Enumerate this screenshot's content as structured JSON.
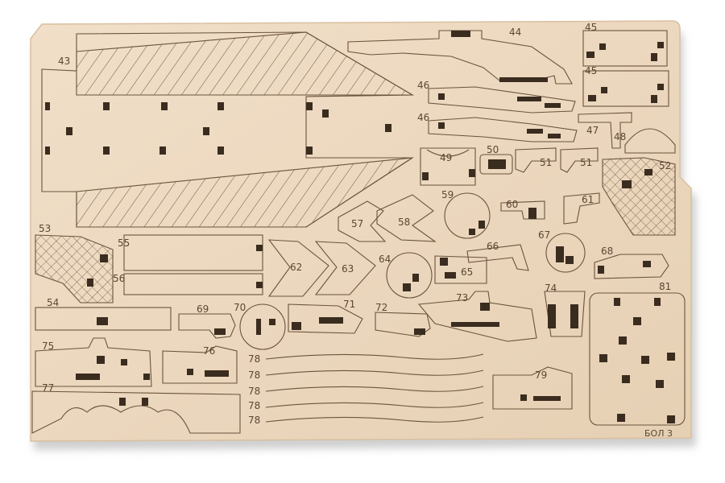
{
  "colors": {
    "background": "#ffffff",
    "board": "#ecd8bf",
    "board_edge": "#d9bf9f",
    "cut_line": "#6b543c",
    "hole": "#3a2c1f",
    "shadow": "#cfcfcf"
  },
  "labels": {
    "p43": "43",
    "p44": "44",
    "p45a": "45",
    "p45b": "45",
    "p46a": "46",
    "p46b": "46",
    "p47": "47",
    "p48": "48",
    "p49": "49",
    "p50": "50",
    "p51a": "51",
    "p51b": "51",
    "p52": "52",
    "p53": "53",
    "p54": "54",
    "p55": "55",
    "p56": "56",
    "p57": "57",
    "p58": "58",
    "p59": "59",
    "p60": "60",
    "p61": "61",
    "p62": "62",
    "p63": "63",
    "p64": "64",
    "p65": "65",
    "p66": "66",
    "p67": "67",
    "p68": "68",
    "p69": "69",
    "p70": "70",
    "p71": "71",
    "p72": "72",
    "p73": "73",
    "p74": "74",
    "p75": "75",
    "p76": "76",
    "p77": "77",
    "p78a": "78",
    "p78b": "78",
    "p78c": "78",
    "p78d": "78",
    "p78e": "78",
    "p79": "79",
    "p81": "81",
    "sheet_marking": "БОЛ 3"
  }
}
